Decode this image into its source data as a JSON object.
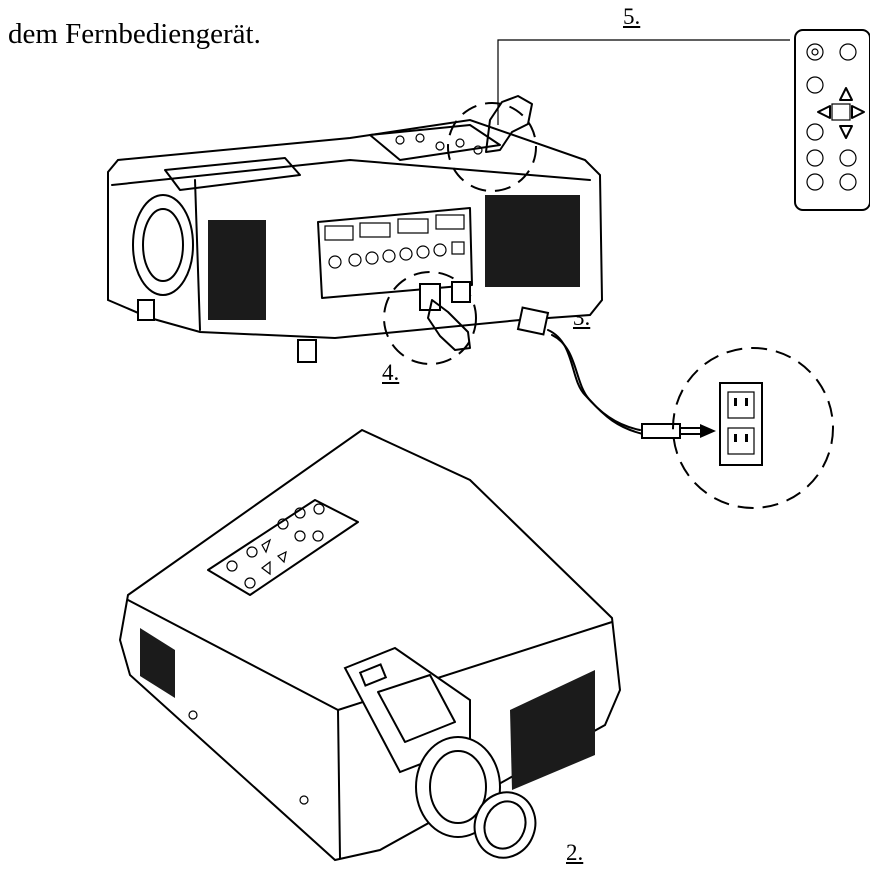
{
  "heading": "dem Fernbediengerät.",
  "steps": {
    "remote": "5.",
    "power_cord": "3.",
    "power_switch": "4.",
    "lens_cap": "2."
  },
  "colors": {
    "line": "#000000",
    "background": "#ffffff",
    "vent": "#1b1b1b"
  }
}
